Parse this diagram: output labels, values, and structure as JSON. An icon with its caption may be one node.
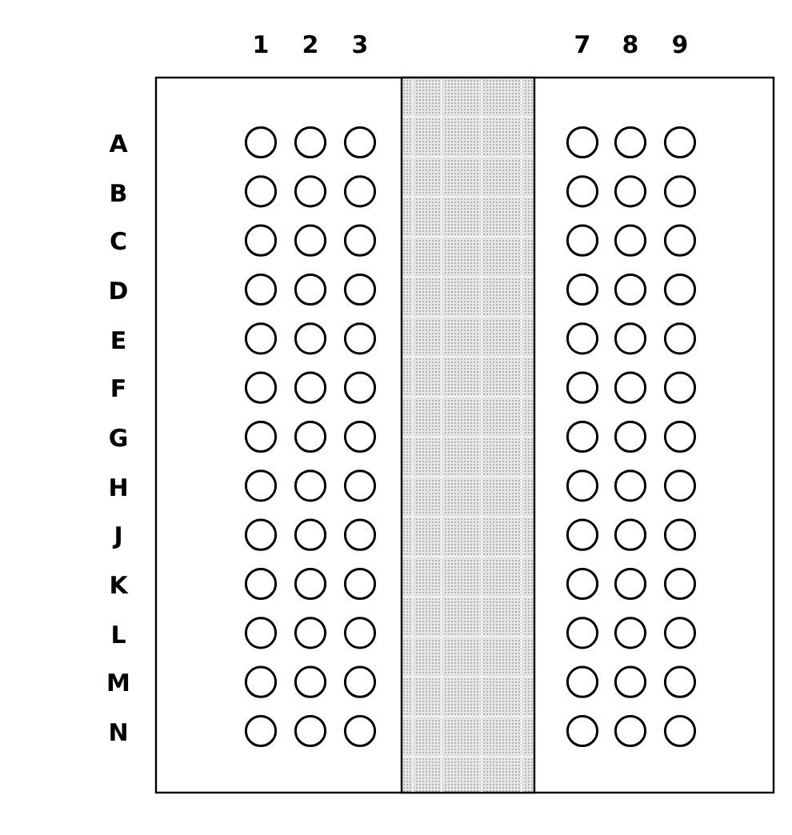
{
  "diagram": {
    "labels": [
      "1",
      "2",
      "3",
      "7",
      "8",
      "9",
      "A",
      "B",
      "C",
      "D",
      "E",
      "F",
      "G",
      "H",
      "J",
      "K",
      "L",
      "M",
      "N"
    ]
  }
}
